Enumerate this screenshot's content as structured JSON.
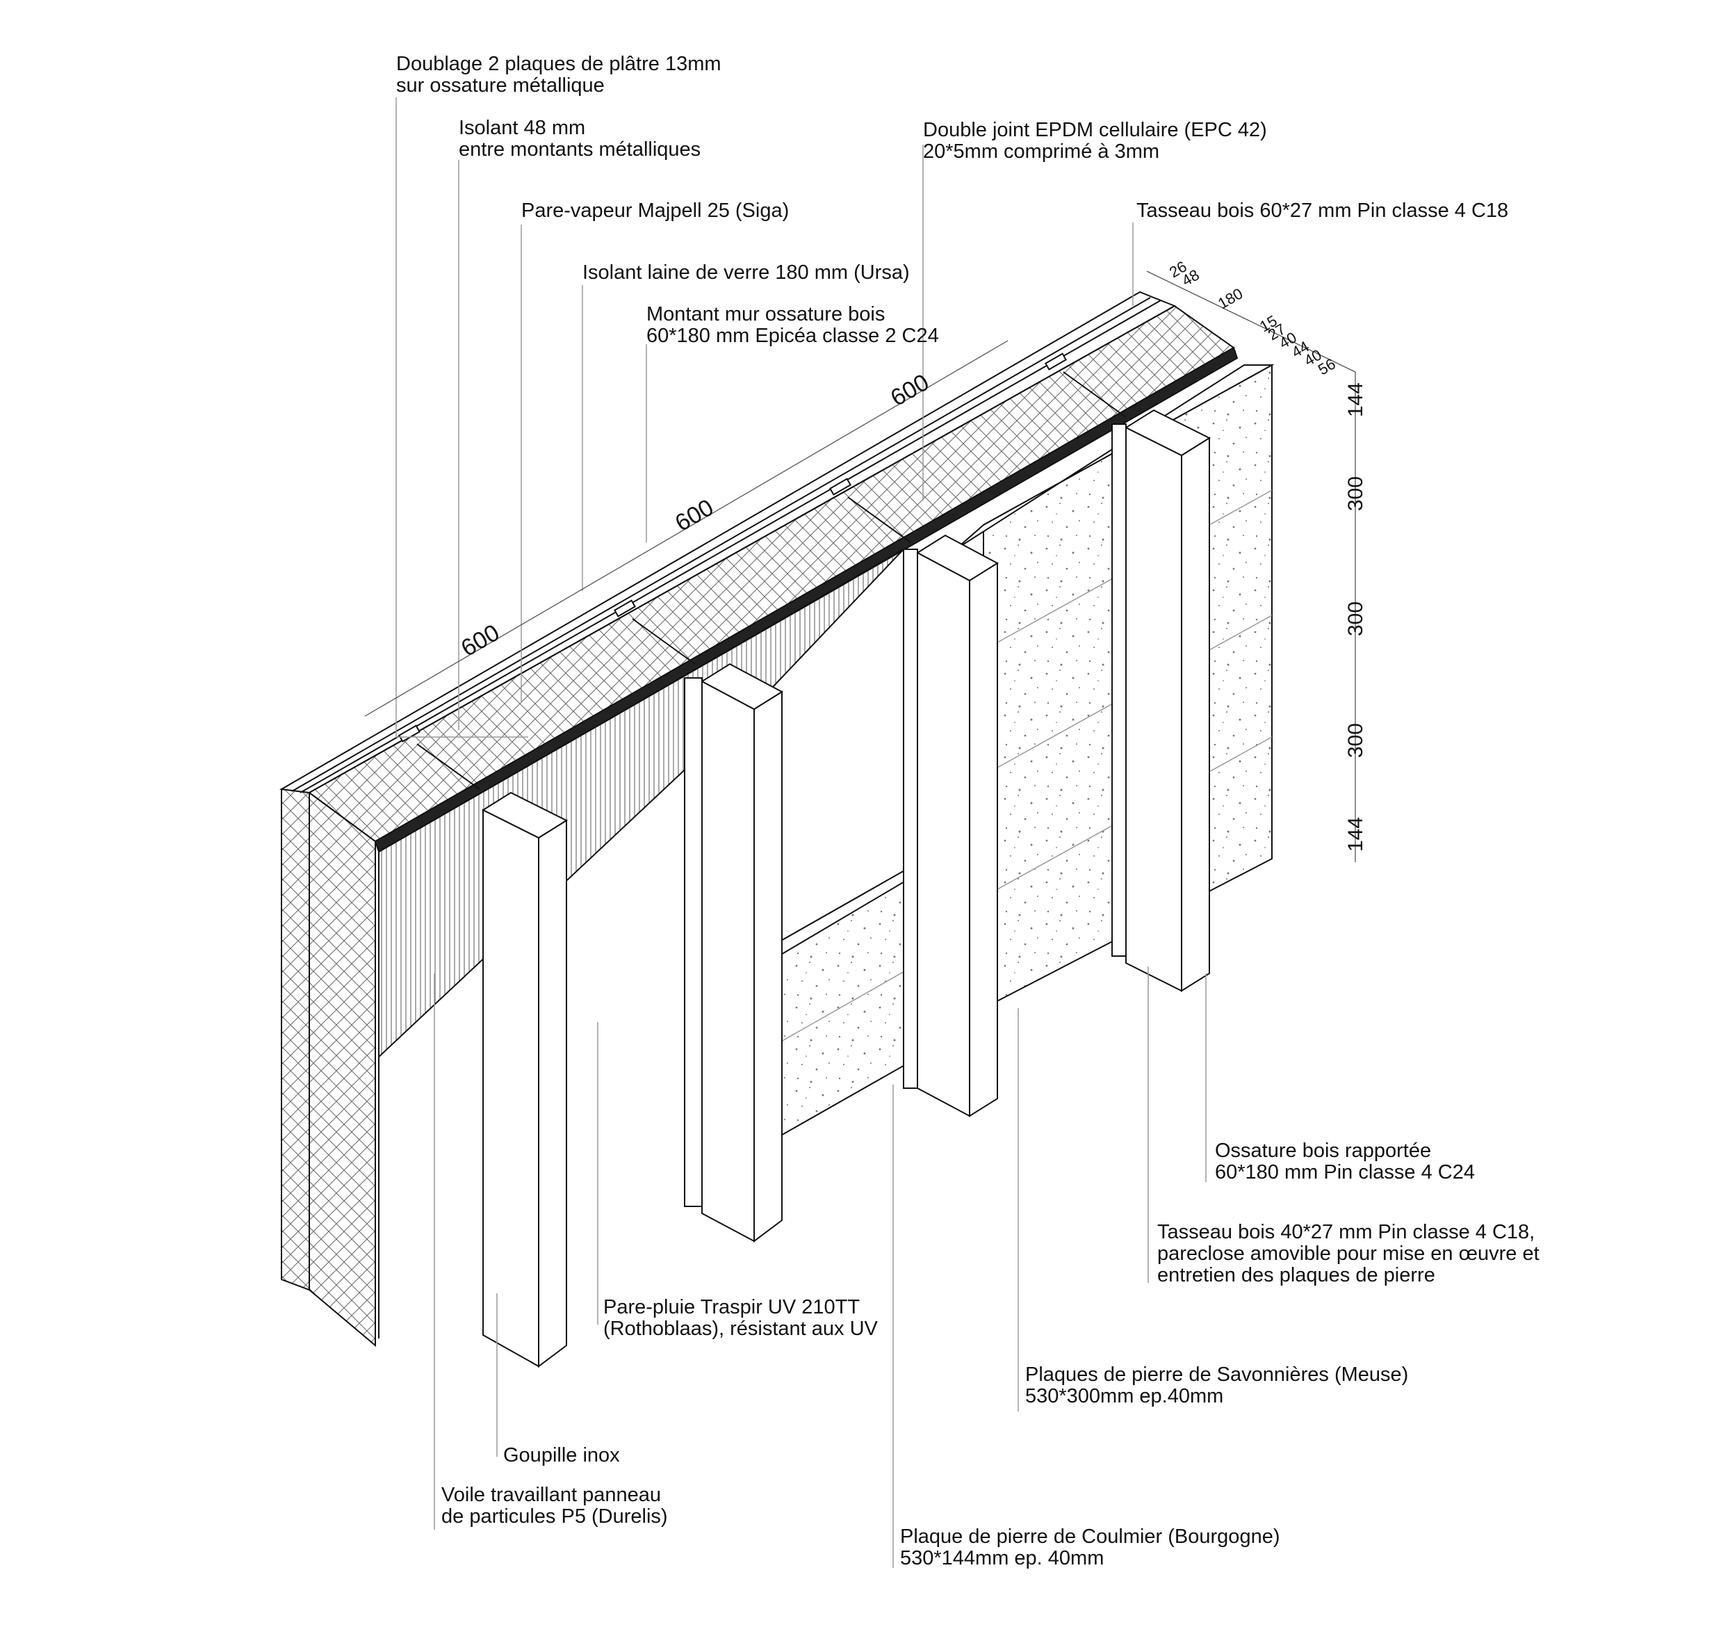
{
  "callouts": [
    {
      "id": "doublage",
      "lines": [
        "Doublage 2 plaques de plâtre 13mm",
        "sur ossature métallique"
      ]
    },
    {
      "id": "isolant48",
      "lines": [
        "Isolant 48 mm",
        "entre montants métalliques"
      ]
    },
    {
      "id": "parevapeur",
      "lines": [
        "Pare-vapeur Majpell 25 (Siga)"
      ]
    },
    {
      "id": "laineverre",
      "lines": [
        "Isolant laine de verre 180 mm (Ursa)"
      ]
    },
    {
      "id": "montant",
      "lines": [
        "Montant mur ossature bois",
        "60*180 mm Epicéa classe 2 C24"
      ]
    },
    {
      "id": "joint",
      "lines": [
        "Double joint EPDM cellulaire (EPC 42)",
        "20*5mm comprimé à 3mm"
      ]
    },
    {
      "id": "tasseau60",
      "lines": [
        "Tasseau bois 60*27 mm Pin classe 4 C18"
      ]
    },
    {
      "id": "ossature",
      "lines": [
        "Ossature bois rapportée",
        "60*180 mm Pin classe 4 C24"
      ]
    },
    {
      "id": "tasseau40",
      "lines": [
        "Tasseau bois 40*27 mm Pin classe 4 C18,",
        "pareclose amovible pour mise en œuvre et",
        "entretien des plaques de pierre"
      ]
    },
    {
      "id": "parepluie",
      "lines": [
        "Pare-pluie Traspir UV 210TT",
        "(Rothoblaas), résistant aux UV"
      ]
    },
    {
      "id": "savonnieres",
      "lines": [
        "Plaques de pierre de Savonnières (Meuse)",
        "530*300mm ep.40mm"
      ]
    },
    {
      "id": "goupille",
      "lines": [
        "Goupille inox"
      ]
    },
    {
      "id": "voile",
      "lines": [
        "Voile travaillant panneau",
        "de particules P5 (Durelis)"
      ]
    },
    {
      "id": "coulmier",
      "lines": [
        "Plaque de pierre de Coulmier (Bourgogne)",
        "530*144mm ep. 40mm"
      ]
    }
  ],
  "dimensions": {
    "spacing": [
      "600",
      "600",
      "600"
    ],
    "layers": [
      "26",
      "48",
      "180",
      "15",
      "27",
      "40",
      "44",
      "40",
      "56"
    ],
    "vertical": [
      "144",
      "300",
      "300",
      "300",
      "144"
    ]
  },
  "colors": {
    "line": "#111111",
    "leader": "#9a9a9a",
    "hatch": "#555555",
    "stone_dot": "#777777"
  }
}
